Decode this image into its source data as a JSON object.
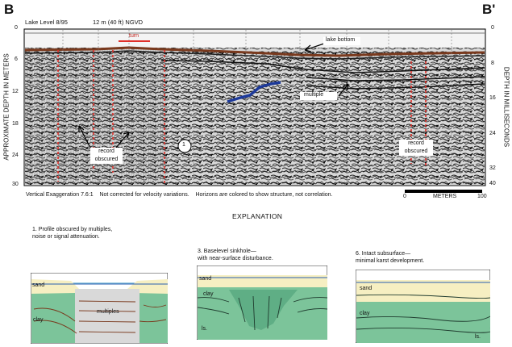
{
  "header": {
    "left_letter": "B",
    "right_letter": "B'",
    "lake_level": "Lake Level 8/95",
    "elevation": "12 m (40 ft) NGVD"
  },
  "left_axis": {
    "title": "APPROXIMATE DEPTH IN METERS",
    "ticks": [
      "0",
      "6",
      "12",
      "18",
      "24",
      "30"
    ]
  },
  "right_axis": {
    "title": "DEPTH IN MILLISECONDS",
    "ticks": [
      "0",
      "8",
      "16",
      "24",
      "32",
      "40"
    ]
  },
  "profile_labels": {
    "turn": "turn",
    "lake_bottom": "lake bottom",
    "multiple": "multiple",
    "record_obscured_left": "record obscured",
    "record_obscured_right": "record obscured",
    "marker_1": "1"
  },
  "footer": {
    "notes": "Vertical Exaggeration 7.6:1    Not corrected for velocity variations.    Horizons are colored to show structure, not correlation.",
    "scale_start": "0",
    "scale_label": "METERS",
    "scale_end": "100"
  },
  "explanation": {
    "title": "EXPLANATION",
    "items": [
      {
        "caption": "1. Profile obscured by multiples,\nnoise or signal attenuation.",
        "sand": "sand",
        "clay": "clay",
        "extra": "multiples"
      },
      {
        "caption": "3. Baselevel sinkhole—\nwith near-surface disturbance.",
        "sand": "sand",
        "clay": "clay",
        "extra": "ls."
      },
      {
        "caption": "6. Intact subsurface—\nminimal karst development.",
        "sand": "sand",
        "clay": "clay",
        "extra": "ls."
      }
    ]
  },
  "colors": {
    "sand": "#f6efc2",
    "clay": "#7cc49a",
    "limestone": "#5fae85",
    "multiples_gray": "#d9d9d9",
    "record_line_red": "#e0302a",
    "horizon_blue": "#1d3a9a",
    "lake_bottom_brown": "#7a3a1e"
  }
}
